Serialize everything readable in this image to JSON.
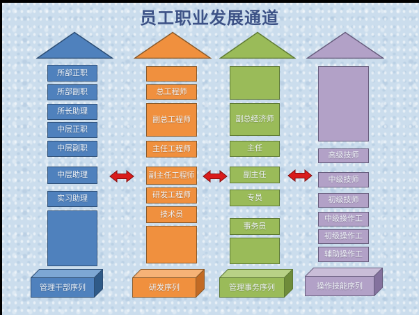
{
  "title": "员工职业发展通道",
  "colors": {
    "background": "#cbdded",
    "title_text": "#3d5286",
    "blue": "#4f81bd",
    "orange": "#f0903e",
    "green": "#9abb59",
    "purple": "#b2a1c7",
    "swap_arrow_red": "#d91c1c"
  },
  "columns": [
    {
      "id": "management-cadre",
      "pedestal": "管理干部序列",
      "boxes": [
        {
          "label": "所部正职"
        },
        {
          "label": "所部副职"
        },
        {
          "label": "所长助理"
        },
        {
          "label": "中层正职"
        },
        {
          "label": "中层副职"
        },
        {
          "label": "中层助理"
        },
        {
          "label": "实习助理"
        },
        {
          "label": ""
        }
      ]
    },
    {
      "id": "research-development",
      "pedestal": "研发序列",
      "boxes": [
        {
          "label": ""
        },
        {
          "label": "总工程师"
        },
        {
          "label": "副总工程师"
        },
        {
          "label": "主任工程师"
        },
        {
          "label": "副主任工程师"
        },
        {
          "label": "研发工程师"
        },
        {
          "label": "技术员"
        },
        {
          "label": ""
        }
      ]
    },
    {
      "id": "management-affairs",
      "pedestal": "管理事务序列",
      "boxes": [
        {
          "label": ""
        },
        {
          "label": "副总经济师"
        },
        {
          "label": "主任"
        },
        {
          "label": "副主任"
        },
        {
          "label": "专员"
        },
        {
          "label": "事务员"
        },
        {
          "label": ""
        }
      ]
    },
    {
      "id": "operation-skills",
      "pedestal": "操作技能序列",
      "boxes": [
        {
          "label": ""
        },
        {
          "label": "高级技师"
        },
        {
          "label": "中级技师"
        },
        {
          "label": "初级技师"
        },
        {
          "label": "中级操作工"
        },
        {
          "label": "初级操作工"
        },
        {
          "label": "辅助操作工"
        }
      ]
    }
  ]
}
